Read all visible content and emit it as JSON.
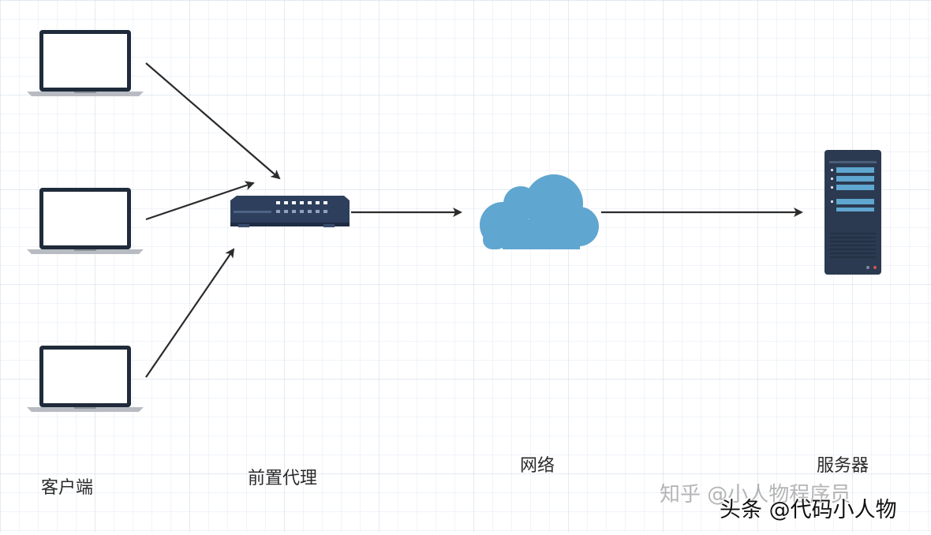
{
  "labels": {
    "clients": "客户端",
    "proxy": "前置代理",
    "network": "网络",
    "server": "服务器"
  },
  "watermarks": {
    "zhihu": "知乎 @小人物程序员",
    "toutiao": "头条 @代码小人物"
  },
  "colors": {
    "grid": "#d7e3ef",
    "arrow": "#2b2b2b",
    "laptop_frame": "#1f2b3a",
    "laptop_base": "#b8bcc2",
    "switch_body": "#2d3f5c",
    "cloud": "#5fa6d0",
    "server_body": "#2b3a50",
    "server_slot": "#5fa6d0"
  },
  "icons": [
    "laptop-icon",
    "network-switch-icon",
    "cloud-icon",
    "server-icon"
  ]
}
